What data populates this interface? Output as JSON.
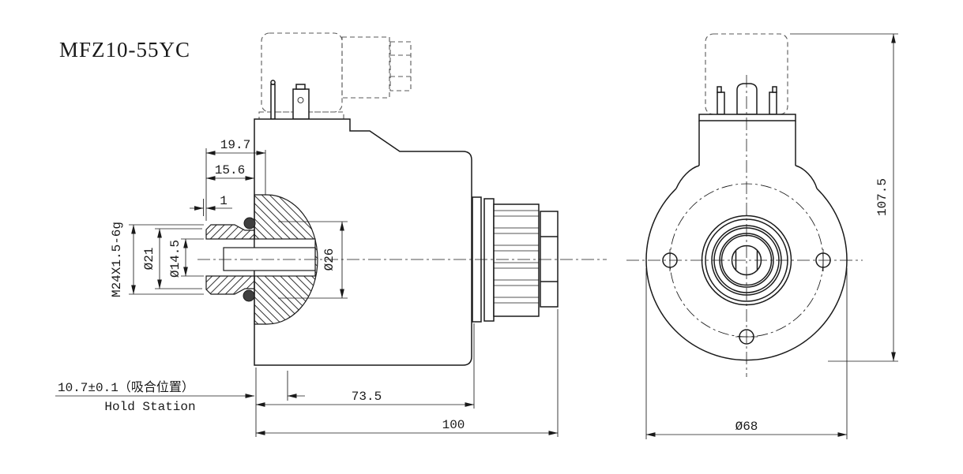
{
  "title": "MFZ10-55YC",
  "colors": {
    "line": "#1a1a1a",
    "dashed_line": "#5a5a5a",
    "background": "#ffffff"
  },
  "left_view": {
    "dims": {
      "w19_7": "19.7",
      "w15_6": "15.6",
      "w1": "1",
      "thread": "M24X1.5-6g",
      "d21": "Ø21",
      "d14_5": "Ø14.5",
      "d26": "Ø26",
      "w73_5": "73.5",
      "w100": "100"
    },
    "annotation": {
      "cn": "10.7±0.1（吸合位置）",
      "en": "Hold Station"
    }
  },
  "right_view": {
    "dims": {
      "h107_5": "107.5",
      "d68": "Ø68"
    }
  }
}
